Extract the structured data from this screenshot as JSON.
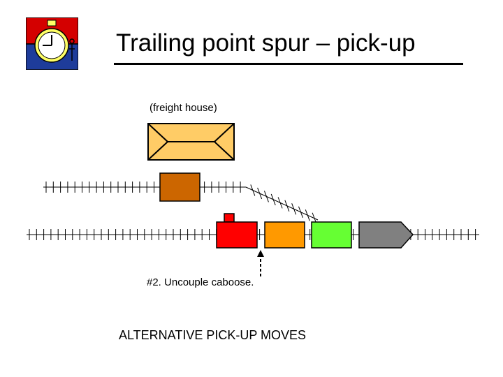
{
  "slide": {
    "title": "Trailing point spur – pick-up",
    "freight_house_label": "(freight house)",
    "step_caption": "#2.  Uncouple caboose.",
    "footer_caption": "ALTERNATIVE PICK-UP MOVES"
  },
  "icons": {
    "logo": "stopwatch-icon",
    "uncouple_marker": "dashed-up-arrow-icon"
  },
  "colors": {
    "freight_house": "#FFCC66",
    "spur_car": "#CC6600",
    "caboose": "#FF0000",
    "car_orange": "#FF9900",
    "car_green": "#66FF33",
    "locomotive": "#808080",
    "logo_red": "#D40000",
    "logo_blue": "#1E3C9A",
    "logo_face": "#FFFF66"
  }
}
